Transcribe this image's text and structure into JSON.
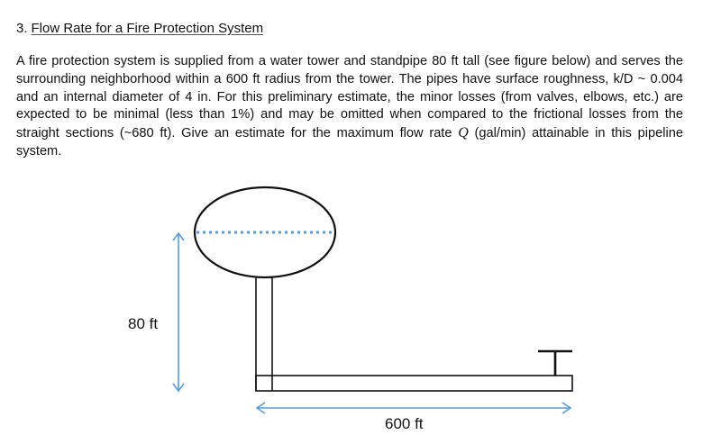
{
  "problem": {
    "number": "3.",
    "title": "Flow Rate for a Fire Protection System",
    "paragraph": {
      "part1": "A fire protection system is supplied from a water tower and standpipe 80 ft tall (see figure below) and serves the surrounding neighborhood within a 600 ft radius from the tower. The pipes have surface roughness, k/D ~ 0.004 and an internal diameter of 4 in. For this preliminary estimate, the minor losses (from valves, elbows, etc.) are expected to be minimal (less than 1%) and may be omitted when compared to the frictional losses from the straight sections (~680 ft). Give an estimate for the maximum flow rate ",
      "symbol": "Q",
      "part2": " (gal/min) attainable in this pipeline system."
    }
  },
  "figure": {
    "height_label": "80 ft",
    "length_label": "600 ft",
    "colors": {
      "outline": "#111111",
      "dimension": "#5b9bd5",
      "water_level": "#5b9bd5"
    }
  }
}
